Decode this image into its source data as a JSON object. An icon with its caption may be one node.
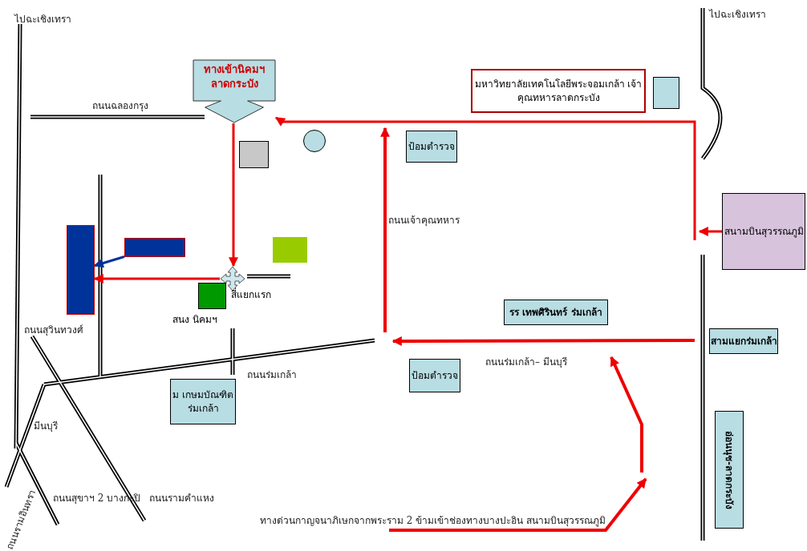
{
  "diagram": {
    "nodes": [
      {
        "text": [
          "ทางเข้านิคมฯ ลาดกระบัง"
        ]
      },
      {
        "text": [
          "มหาวิทยาลัยเทคโนโลยีพระจอมเกล้า เจ้าคุณทหารลาดกระบัง"
        ]
      },
      {
        "text": [],
        "shape": "box"
      },
      {
        "text": [
          "สนามบินสุวรรณภูมิ"
        ]
      },
      {
        "text": [
          "ป้อมตำรวจ"
        ]
      },
      {
        "text": [],
        "shape": "box"
      },
      {
        "text": [],
        "shape": "circle"
      },
      {
        "text": [],
        "shape": "box"
      },
      {
        "text": [],
        "shape": "cross",
        "beside": [
          "สี่แยกแรก"
        ]
      },
      {
        "text": [],
        "shape": "box",
        "beside": [
          "สนง นิคมฯ"
        ]
      },
      {
        "text": [],
        "shape": "bar"
      },
      {
        "text": [],
        "shape": "box"
      },
      {
        "text": [
          "ม เกษมบัณฑิต ร่มเกล้า"
        ]
      },
      {
        "text": [
          "รร เทพศิรินทร์ ร่มเกล้า"
        ]
      },
      {
        "text": [
          "ป้อมตำรวจ"
        ]
      },
      {
        "text": [
          "สามแยกร่มเกล้า"
        ]
      },
      {
        "text": [
          "อ่อนนุช-ลาดกระบัง"
        ]
      }
    ],
    "edges": [
      {
        "from": 3,
        "to": null,
        "arrow": "to"
      },
      {
        "from": null,
        "to": 0,
        "arrow": "to"
      },
      {
        "from": 0,
        "to": 8,
        "arrow": "to"
      },
      {
        "from": 8,
        "to": 10,
        "arrow": "to"
      },
      {
        "from": 11,
        "to": 10,
        "arrow": "to",
        "color": "#003399"
      }
    ],
    "labels": [
      "ไปฉะเชิงเทรา",
      "ไปฉะเชิงเทรา",
      "ถนนฉลองกรุง",
      "ถนนเจ้าคุณทหาร",
      "ถนนสุวินทวงศ์",
      "ถนนร่มเกล้า",
      "ถนนร่มเกล้า– มีนบุรี",
      "มีนบุรี",
      "ถนนรามคำแหง",
      "ถนนรามอินทรา",
      "ถนนสุขาฯ 2 บางกะปิ",
      "ทางด่วนกาญจนาภิเษกจากพระราม 2 ข้ามเข้าช่องทางบางปะอิน สนามบินสุวรรณภูมิ"
    ]
  }
}
